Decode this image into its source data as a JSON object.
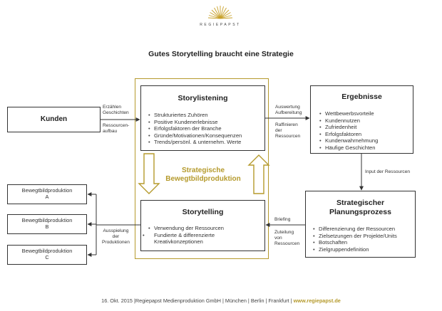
{
  "logo": {
    "wordmark": "REGIEPAPST"
  },
  "title": "Gutes Storytelling braucht eine Strategie",
  "kunden": {
    "title": "Kunden"
  },
  "storylistening": {
    "title": "Storylistening",
    "items": [
      "Strukturiertes Zuhören",
      "Positive Kundenerlebnisse",
      "Erfolgsfaktoren der Branche",
      "Gründe/Motivationen/Konsequenzen",
      "Trends/persönl. & unternehm. Werte"
    ]
  },
  "ergebnisse": {
    "title": "Ergebnisse",
    "items": [
      "Wettbewerbsvorteile",
      "Kundennutzen",
      "Zufriedenheit",
      "Erfolgsfaktoren",
      "Kundenwahrnehmung",
      "Häufige Geschichten"
    ]
  },
  "center": {
    "line1": "Strategische",
    "line2": "Bewegtbildproduktion"
  },
  "storytelling": {
    "title": "Storytelling",
    "items": [
      "Verwendung der Ressourcen",
      "Fundierte & differenzierte Kreativkonzeptionen"
    ]
  },
  "planung": {
    "title_line1": "Strategischer",
    "title_line2": "Planungsprozess",
    "items": [
      "Differenzierung der Ressourcen",
      "Zielsetzungen der Projekte/Units",
      "Botschaften",
      "Zielgruppendefinition"
    ]
  },
  "productions": [
    {
      "line1": "Bewegtbildproduktion",
      "line2": "A"
    },
    {
      "line1": "Bewegtbildproduktion",
      "line2": "B"
    },
    {
      "line1": "Bewegtbildproduktion",
      "line2": "C"
    }
  ],
  "labels": {
    "erzaehlen1": "Erzählen",
    "erzaehlen2": "Geschichten",
    "ressourcen1": "Ressourcen-",
    "ressourcen2": "aufbau",
    "auswertung1": "Auswertung",
    "auswertung2": "Aufbereitung",
    "raffinieren1": "Raffinieren",
    "raffinieren2": "der",
    "raffinieren3": "Ressourcen",
    "input": "Input der Ressourcen",
    "briefing": "Briefing",
    "zuteilung1": "Zuteilung",
    "zuteilung2": "von",
    "zuteilung3": "Ressourcen",
    "ausspielung1": "Ausspielung",
    "ausspielung2": "der",
    "ausspielung3": "Produktionen"
  },
  "footer": {
    "text": "16. Okt. 2015 |Regiepapst Medienproduktion GmbH | München | Berlin | Frankfurt | ",
    "url": "www.regiepapst.de"
  },
  "colors": {
    "gold": "#b59a2c",
    "dark": "#333333"
  }
}
